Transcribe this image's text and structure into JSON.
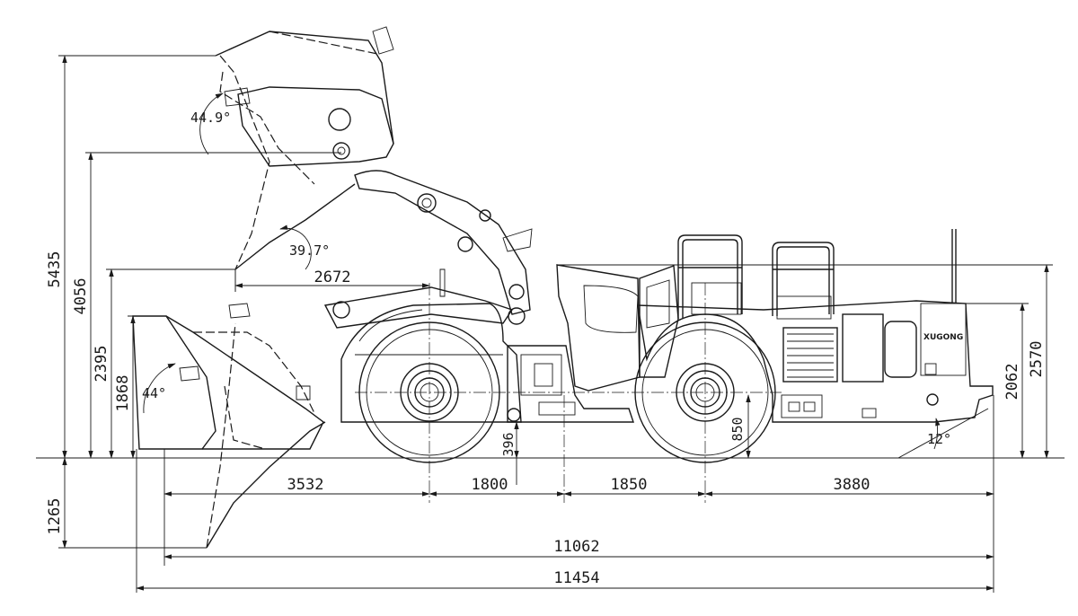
{
  "brand": "XUGONG",
  "dimensions": {
    "max_dump_height": "5435",
    "hinge_pin_height": "4056",
    "dump_height": "2395",
    "bucket_height_lowered": "1868",
    "dig_depth": "1265",
    "dump_reach": "2672",
    "angle_top": "44.9°",
    "angle_dump": "39.7°",
    "angle_carry": "44°",
    "ground_clearance_front": "396",
    "ground_clearance_mid": "850",
    "departure_angle": "12°",
    "overall_height": "2570",
    "canopy_height": "2062",
    "front_overhang": "3532",
    "front_axle_to_hinge": "1800",
    "hinge_to_rear_axle": "1850",
    "rear_overhang": "3880",
    "overall_length": "11062",
    "overall_length_bucket": "11454"
  }
}
